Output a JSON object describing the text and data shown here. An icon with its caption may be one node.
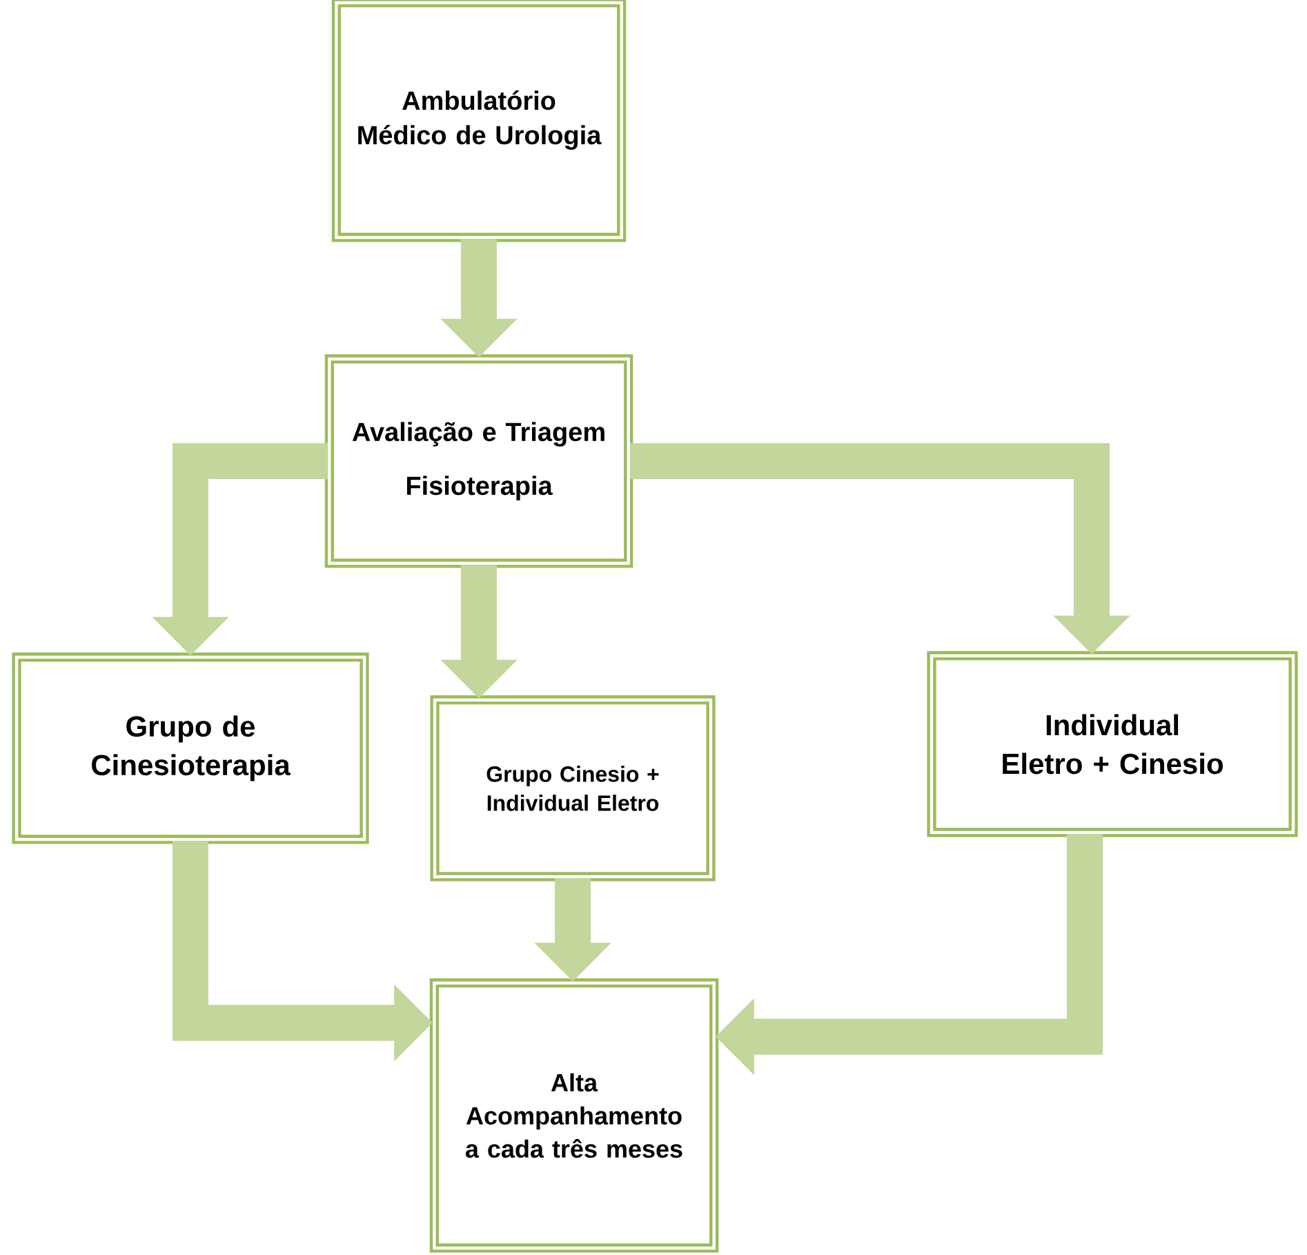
{
  "diagram": {
    "nodes": [
      {
        "text": [
          "Ambulatório Médico de Urologia"
        ]
      },
      {
        "text": [
          "Avaliação e Triagem",
          "Fisioterapia"
        ]
      },
      {
        "text": [
          "Grupo de Cinesioterapia"
        ]
      },
      {
        "text": [
          "Grupo Cinesio + Individual Eletro"
        ]
      },
      {
        "text": [
          "Individual Eletro + Cinesio"
        ]
      },
      {
        "text": [
          "Alta Acompanhamento a cada três meses"
        ]
      }
    ],
    "edges": [
      {
        "from": 0,
        "to": 1,
        "arrow": "to"
      },
      {
        "from": 1,
        "to": 3,
        "arrow": "to"
      },
      {
        "from": 3,
        "to": 5,
        "arrow": "to"
      },
      {
        "from": 1,
        "to": 2,
        "arrow": "to"
      },
      {
        "from": 1,
        "to": 4,
        "arrow": "to"
      },
      {
        "from": 2,
        "to": 5,
        "arrow": "to"
      },
      {
        "from": 4,
        "to": 5,
        "arrow": "to"
      }
    ]
  }
}
